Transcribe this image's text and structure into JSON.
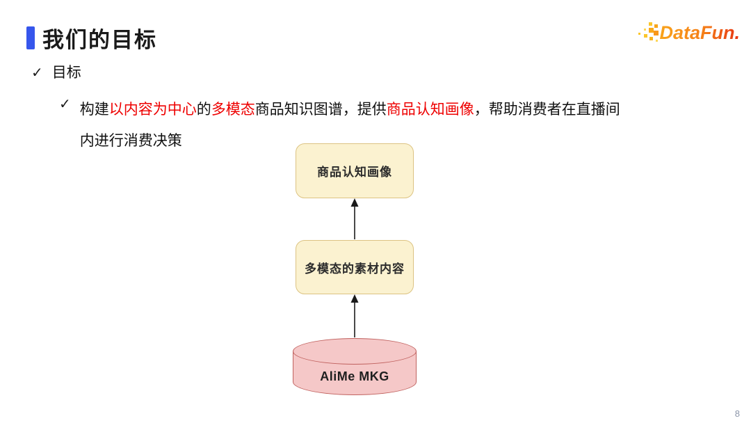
{
  "slide": {
    "title": "我们的目标",
    "page_number": "8"
  },
  "logo": {
    "text": "DataFun."
  },
  "bullets": {
    "check_glyph": "✓",
    "level1": "目标",
    "detail_segments": [
      {
        "text": "构建",
        "color": "default"
      },
      {
        "text": "以内容为中心",
        "color": "red"
      },
      {
        "text": "的",
        "color": "default"
      },
      {
        "text": "多模态",
        "color": "red"
      },
      {
        "text": "商品知识图谱，提供",
        "color": "default"
      },
      {
        "text": "商品认知画像",
        "color": "red"
      },
      {
        "text": "，帮助消费者在直播间",
        "color": "default"
      }
    ],
    "detail_line2": "内进行消费决策"
  },
  "diagram": {
    "nodes": [
      {
        "label": "商品认知画像",
        "shape": "rounded-rect"
      },
      {
        "label": "多模态的素材内容",
        "shape": "rounded-rect"
      },
      {
        "label": "AliMe MKG",
        "shape": "cylinder"
      }
    ],
    "edges": [
      {
        "from": "AliMe MKG",
        "to": "多模态的素材内容",
        "direction": "up"
      },
      {
        "from": "多模态的素材内容",
        "to": "商品认知画像",
        "direction": "up"
      }
    ]
  },
  "colors": {
    "accent_blue": "#3656EC",
    "highlight_red": "#EE0000",
    "box_fill": "#FBF2D0",
    "box_border": "#DCC382",
    "cylinder_fill": "#F5C8C8",
    "cylinder_border": "#C0615E",
    "logo_orange": "#F9A41B",
    "logo_red": "#E63312",
    "page_number_gray": "#8C96A9"
  }
}
